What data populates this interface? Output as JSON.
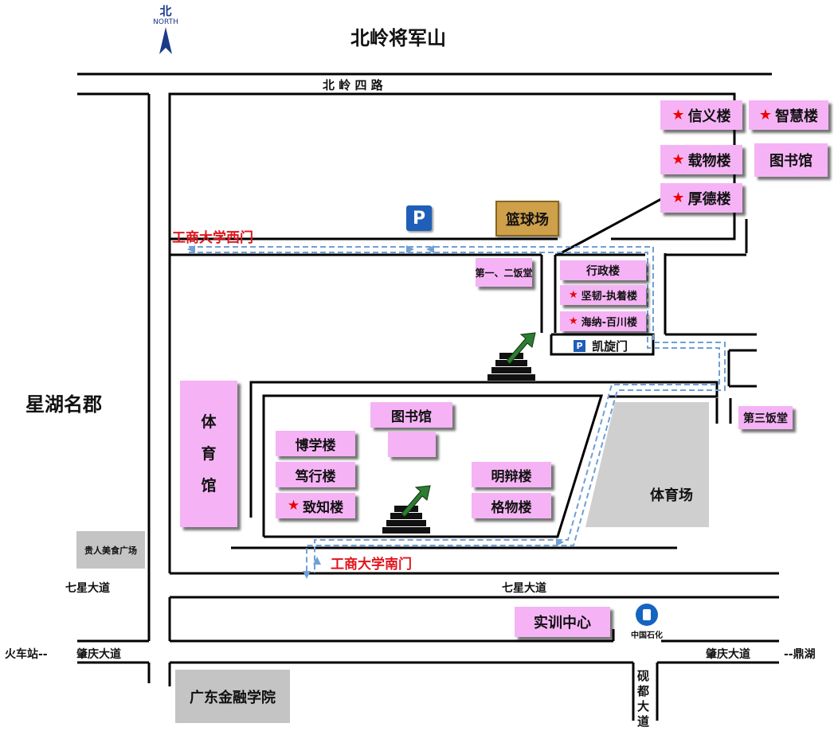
{
  "compass": {
    "char": "北",
    "text": "NORTH"
  },
  "title": "北岭将军山",
  "roads": {
    "beiling4": "北 岭 四 路",
    "qixing_left": "七星大道",
    "qixing_mid": "七星大道",
    "zhaoqing_left": "肇庆大道",
    "zhaoqing_right": "肇庆大道",
    "station": "火车站--",
    "dinghu": "--鼎湖",
    "yandu": [
      "砚",
      "都",
      "大",
      "道"
    ]
  },
  "areas": {
    "xinghu": "星湖名郡",
    "guiren": "贵人美食广场",
    "jinrong": "广东金融学院",
    "shixun": "实训中心",
    "sinopec": "中国石化"
  },
  "gates": {
    "west": "工商大学西门",
    "south": "工商大学南门",
    "kaixuan": "凯旋门"
  },
  "parking": {
    "symbol": "P"
  },
  "buildings": {
    "xinyi": "信义楼",
    "zhihui": "智慧楼",
    "zaiwu": "载物楼",
    "library_top": "图书馆",
    "houde": "厚德楼",
    "basketball": "篮球场",
    "canteen12": "第一、二饭堂",
    "admin": "行政楼",
    "jianren": "坚韧-执着楼",
    "haina": "海纳-百川楼",
    "canteen3": "第三饭堂",
    "gym": [
      "体",
      "育",
      "馆"
    ],
    "stadium": "体育场",
    "library": "图书馆",
    "boxue": "博学楼",
    "duxing": "笃行楼",
    "zhizhi": "致知楼",
    "mingbian": "明辩楼",
    "gewu": "格物楼"
  },
  "colors": {
    "pink": "#f5b3f5",
    "star": "#ee0000",
    "gate_text": "#e2141d",
    "route": "#6fa0d6",
    "parking": "#1f5fb8"
  },
  "icons": [
    "compass-icon",
    "parking-icon",
    "stairs-arrow-icon",
    "gas-station-icon",
    "star-icon"
  ]
}
